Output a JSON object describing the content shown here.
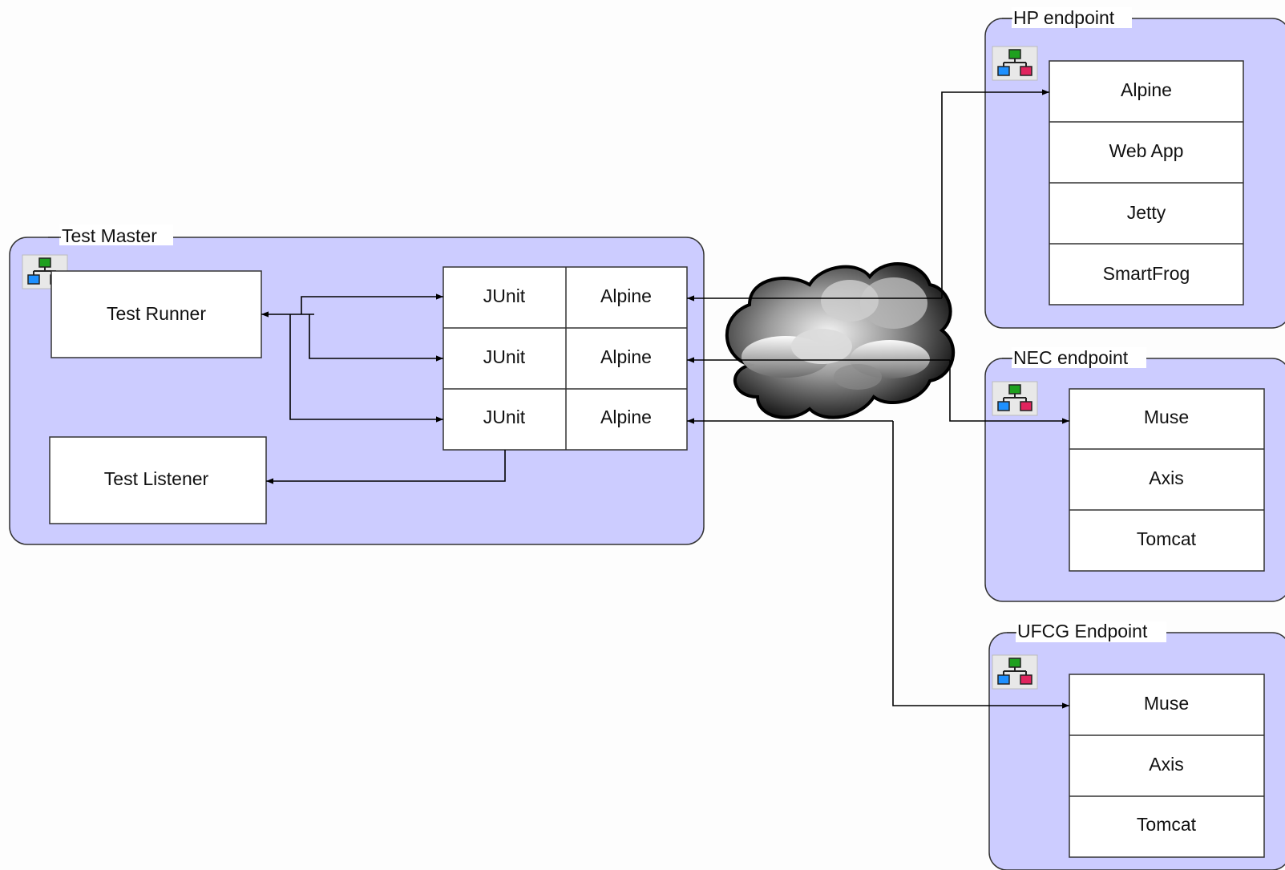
{
  "groups": {
    "test_master": {
      "title": "Test Master",
      "test_runner": "Test Runner",
      "test_listener": "Test Listener",
      "junit_rows": [
        {
          "left": "JUnit",
          "right": "Alpine"
        },
        {
          "left": "JUnit",
          "right": "Alpine"
        },
        {
          "left": "JUnit",
          "right": "Alpine"
        }
      ]
    },
    "hp_endpoint": {
      "title": "HP endpoint",
      "stack": [
        "Alpine",
        "Web App",
        "Jetty",
        "SmartFrog"
      ]
    },
    "nec_endpoint": {
      "title": "NEC endpoint",
      "stack": [
        "Muse",
        "Axis",
        "Tomcat"
      ]
    },
    "ufcg_endpoint": {
      "title": "UFCG Endpoint",
      "stack": [
        "Muse",
        "Axis",
        "Tomcat"
      ]
    }
  },
  "icons": {
    "group_icon": "network-hierarchy-icon",
    "network": "cloud-icon"
  },
  "colors": {
    "group_fill": "#ccccff",
    "group_stroke": "#333333",
    "box_fill": "#ffffff",
    "line": "#000000",
    "background": "#fdfdfd"
  }
}
